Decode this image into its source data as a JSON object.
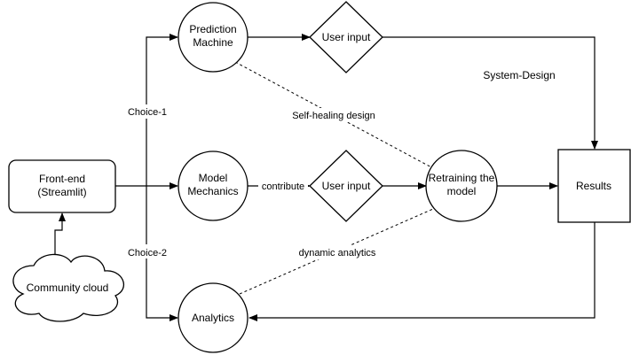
{
  "diagram": {
    "title": "System-Design",
    "nodes": {
      "frontend": {
        "line1": "Front-end",
        "line2": "(Streamlit)"
      },
      "cloud": {
        "label": "Community cloud"
      },
      "prediction": {
        "line1": "Prediction",
        "line2": "Machine"
      },
      "mechanics": {
        "line1": "Model",
        "line2": "Mechanics"
      },
      "analytics": {
        "label": "Analytics"
      },
      "input_top": {
        "label": "User input"
      },
      "input_mid": {
        "label": "User input"
      },
      "retraining": {
        "line1": "Retraining the",
        "line2": "model"
      },
      "results": {
        "label": "Results"
      }
    },
    "edge_labels": {
      "choice1": "Choice-1",
      "choice2": "Choice-2",
      "contribute": "contribute",
      "self_healing": "Self-healing design",
      "dynamic": "dynamic analytics"
    }
  }
}
